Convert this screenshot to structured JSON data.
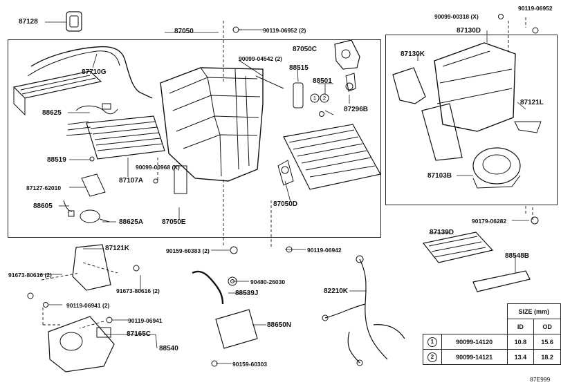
{
  "parts": {
    "p87128": "87128",
    "p87050": "87050",
    "p90119_06952_2": "90119-06952 (2)",
    "p90099_04542_2": "90099-04542 (2)",
    "p87050C": "87050C",
    "p87710G": "87710G",
    "p88515": "88515",
    "p88501": "88501",
    "p88625": "88625",
    "p87296B": "87296B",
    "p88519": "88519",
    "p90099_00968_x": "90099-00968 (X)",
    "p87107A": "87107A",
    "p87127_62010": "87127-62010",
    "p88605": "88605",
    "p88625A": "88625A",
    "p87050E": "87050E",
    "p87050D": "87050D",
    "p90099_00318_x": "90099-00318 (X)",
    "p90119_06952": "90119-06952",
    "p87130D": "87130D",
    "p87130K": "87130K",
    "p87121L": "87121L",
    "p87103B": "87103B",
    "p90179_06282": "90179-06282",
    "p87121K": "87121K",
    "p90159_60383_2": "90159-60383 (2)",
    "p90119_06942": "90119-06942",
    "p91673_80616_2_a": "91673-80616 (2)",
    "p91673_80616_2_b": "91673-80616 (2)",
    "p90119_06941_2": "90119-06941 (2)",
    "p90119_06941": "90119-06941",
    "p87165C": "87165C",
    "p88540": "88540",
    "p90480_26030": "90480-26030",
    "p88539J": "88539J",
    "p82210K": "82210K",
    "p88650N": "88650N",
    "p90159_60303": "90159-60303",
    "p87139D": "87139D",
    "p88548B": "88548B"
  },
  "size_table": {
    "title": "SIZE (mm)",
    "col_id": "ID",
    "col_od": "OD",
    "rows": [
      {
        "mark": "1",
        "part": "90099-14120",
        "id": "10.8",
        "od": "15.6"
      },
      {
        "mark": "2",
        "part": "90099-14121",
        "id": "13.4",
        "od": "18.2"
      }
    ]
  },
  "callouts": {
    "c1": "1",
    "c2": "2"
  },
  "diagram_code": "87E999"
}
